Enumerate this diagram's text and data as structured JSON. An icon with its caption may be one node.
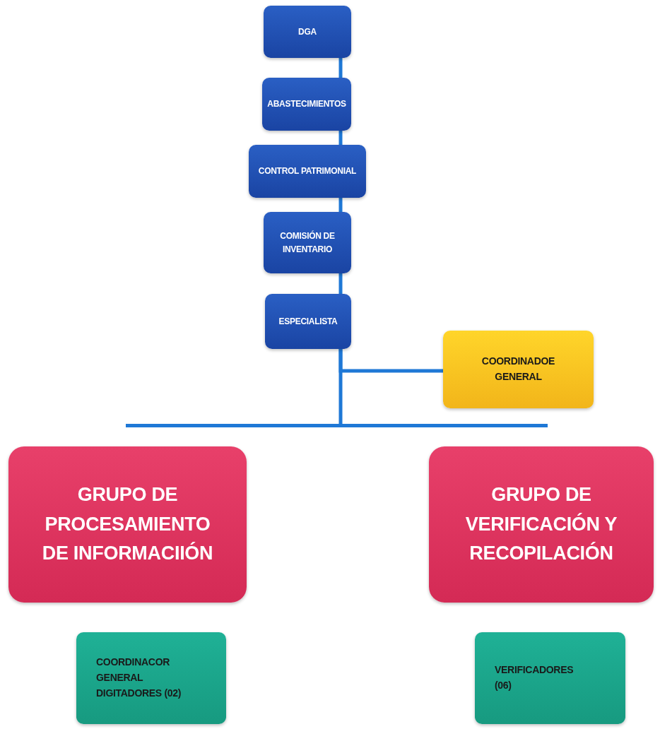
{
  "diagram": {
    "nodes": [
      {
        "text": [
          "DGA"
        ]
      },
      {
        "text": [
          "ABASTECIMIENTOS"
        ]
      },
      {
        "text": [
          "CONTROL PATRIMONIAL"
        ]
      },
      {
        "text": [
          "COMISIÓN DE INVENTARIO"
        ]
      },
      {
        "text": [
          "ESPECIALISTA"
        ]
      },
      {
        "text": [
          "COORDINADOE GENERAL"
        ]
      },
      {
        "text": [],
        "shape": "bar"
      },
      {
        "text": [
          "GRUPO DE PROCESAMIENTO DE INFORMACIIÓN"
        ]
      },
      {
        "text": [
          "GRUPO DE VERIFICACIÓN Y RECOPILACIÓN"
        ]
      },
      {
        "text": [
          "COORDINACOR GENERAL DIGITADORES (02)"
        ]
      },
      {
        "text": [
          "VERIFICADORES (06)"
        ]
      }
    ],
    "edges": [
      {
        "from": 0,
        "to": 1,
        "arrow": "none"
      },
      {
        "from": 1,
        "to": 2,
        "arrow": "none"
      },
      {
        "from": 2,
        "to": 3,
        "arrow": "none"
      },
      {
        "from": 3,
        "to": 4,
        "arrow": "none"
      },
      {
        "from": 4,
        "to": 5,
        "arrow": "none"
      },
      {
        "from": 4,
        "to": 6,
        "arrow": "none"
      }
    ]
  }
}
